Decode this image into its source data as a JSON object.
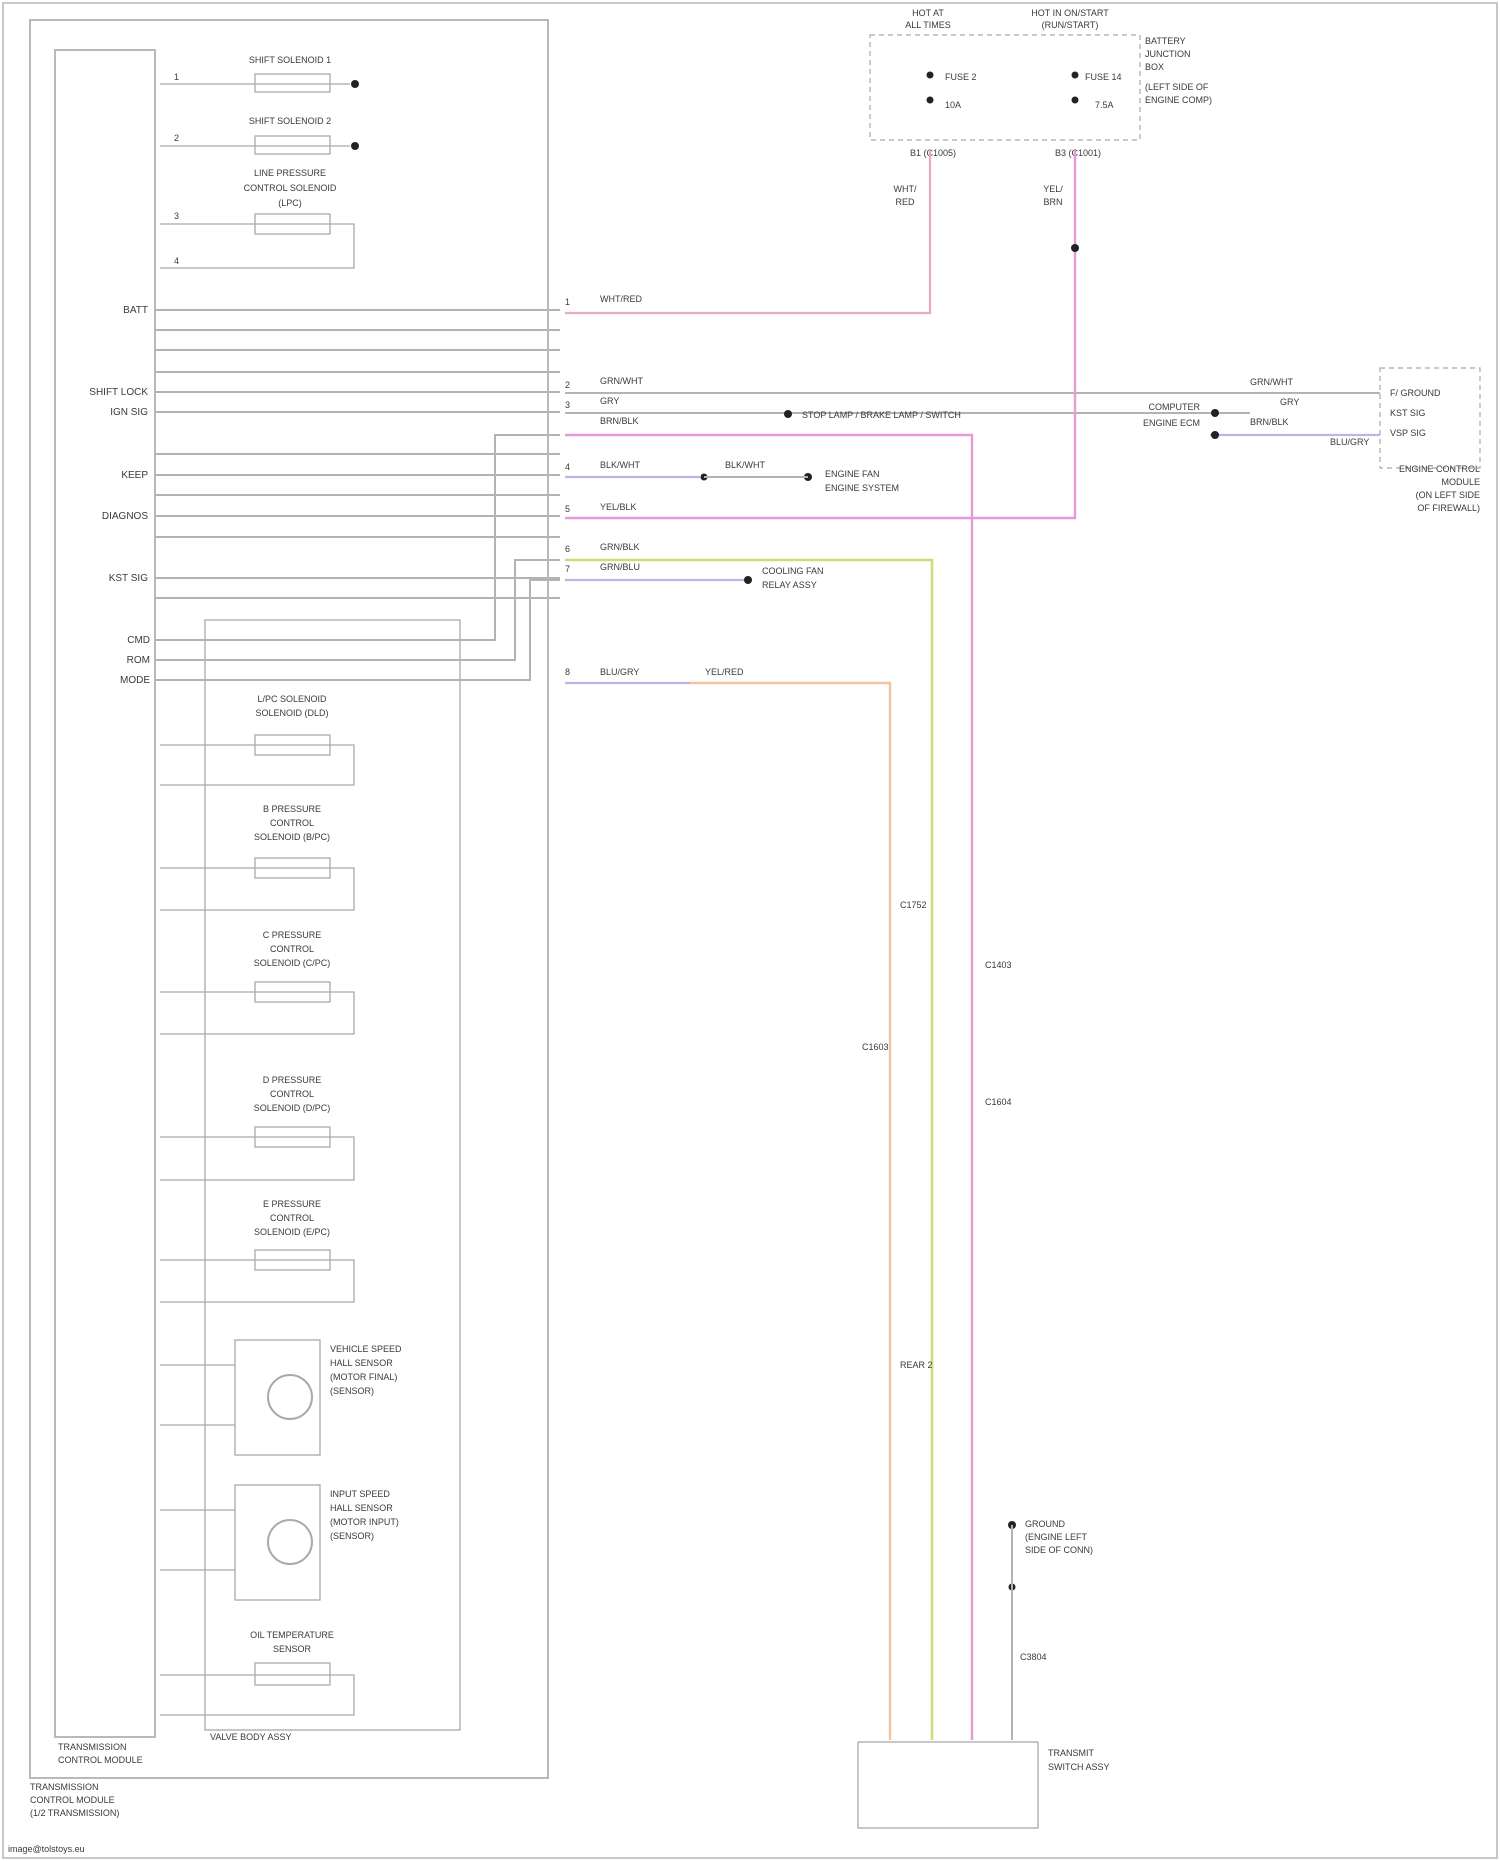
{
  "footer": "image@tolstoys.eu",
  "tcm": {
    "inner_label": [
      "TRANSMISSION",
      "CONTROL MODULE"
    ],
    "outer_label": [
      "TRANSMISSION",
      "CONTROL MODULE",
      "(1/2 TRANSMISSION)"
    ]
  },
  "top_components": [
    {
      "id": "shift1",
      "lines": [
        "SHIFT SOLENOID 1"
      ]
    },
    {
      "id": "shift2",
      "lines": [
        "SHIFT SOLENOID 2"
      ]
    },
    {
      "id": "lpc",
      "lines": [
        "LINE PRESSURE",
        "CONTROL SOLENOID",
        "(LPC)"
      ]
    }
  ],
  "pin_labels": {
    "batt": "BATT",
    "shift_lock": "SHIFT LOCK",
    "ign_sig": "IGN SIG",
    "keep": "KEEP",
    "diag_sig": "DIAGNOS",
    "kst_sig": "KST SIG",
    "l_cmd": "CMD",
    "rom": "ROM",
    "mode": "MODE"
  },
  "wire_labels": {
    "w1": "WHT/RED",
    "w2": "GRN/WHT",
    "w3": "GRY",
    "w4": "BRN/BLK",
    "w5": "BLK/WHT",
    "w6": "YEL/BLK",
    "w7": "GRN/BLK",
    "w8": "GRN/BLU",
    "w9": "BLU/GRY",
    "w10": "YEL/RED"
  },
  "fuse_box": {
    "left_top": [
      "HOT AT",
      "ALL TIMES"
    ],
    "right_top": [
      "HOT IN ON/START",
      "(RUN/START)"
    ],
    "fuse_a": "FUSE 2",
    "fuse_a_val": "10A",
    "fuse_b": "FUSE 14",
    "fuse_b_val": "7.5A",
    "title": [
      "BATTERY",
      "JUNCTION",
      "BOX",
      "(LEFT SIDE OF",
      "ENGINE COMP)"
    ],
    "conn_a": "B1 (C1005)",
    "conn_b": "B3 (C1001)",
    "wa": [
      "WHT/",
      "RED"
    ],
    "wb": [
      "YEL/",
      "BRN"
    ]
  },
  "right_refs": {
    "stop_lamp": "STOP LAMP / BRAKE LAMP / SWITCH",
    "engine_sys": "ENGINE SYSTEM",
    "engine_fan": "ENGINE FAN",
    "cooling_fan": [
      "COOLING FAN",
      "RELAY ASSY"
    ],
    "rear": "REAR 2",
    "pcm_title": [
      "ENGINE CONTROL",
      "MODULE",
      "(ON LEFT SIDE",
      "OF FIREWALL)"
    ],
    "pcm_pins": [
      "F/ GROUND",
      "KST SIG",
      "VSP SIG"
    ],
    "eccs": [
      "COMPUTER",
      "ENGINE ECM"
    ]
  },
  "internal_components": [
    {
      "id": "lpdr",
      "lines": [
        "L/PC SOLENOID",
        "SOLENOID (DLD)"
      ]
    },
    {
      "id": "b",
      "lines": [
        "B PRESSURE",
        "CONTROL",
        "SOLENOID (B/PC)"
      ]
    },
    {
      "id": "c",
      "lines": [
        "C PRESSURE",
        "CONTROL",
        "SOLENOID (C/PC)"
      ]
    },
    {
      "id": "d",
      "lines": [
        "D PRESSURE",
        "CONTROL",
        "SOLENOID (D/PC)"
      ]
    },
    {
      "id": "e",
      "lines": [
        "E PRESSURE",
        "CONTROL",
        "SOLENOID (E/PC)"
      ]
    },
    {
      "id": "vss1",
      "lines": [
        "VEHICLE SPEED",
        "HALL SENSOR",
        "(MOTOR FINAL)",
        "(SENSOR)"
      ]
    },
    {
      "id": "vss2",
      "lines": [
        "INPUT SPEED",
        "HALL SENSOR",
        "(MOTOR INPUT)",
        "(SENSOR)"
      ]
    },
    {
      "id": "temp",
      "lines": [
        "OIL TEMPERATURE",
        "SENSOR"
      ]
    }
  ],
  "valve_body": "VALVE BODY ASSY",
  "bottom_switch": [
    "TRANSMIT",
    "SWITCH ASSY"
  ],
  "ground_ref": [
    "GROUND",
    "(ENGINE LEFT",
    "SIDE OF CONN)"
  ],
  "connectors": {
    "c1": "C1752",
    "c2": "C1403",
    "c3": "C1604",
    "c4": "C1603",
    "c5": "C3804"
  }
}
